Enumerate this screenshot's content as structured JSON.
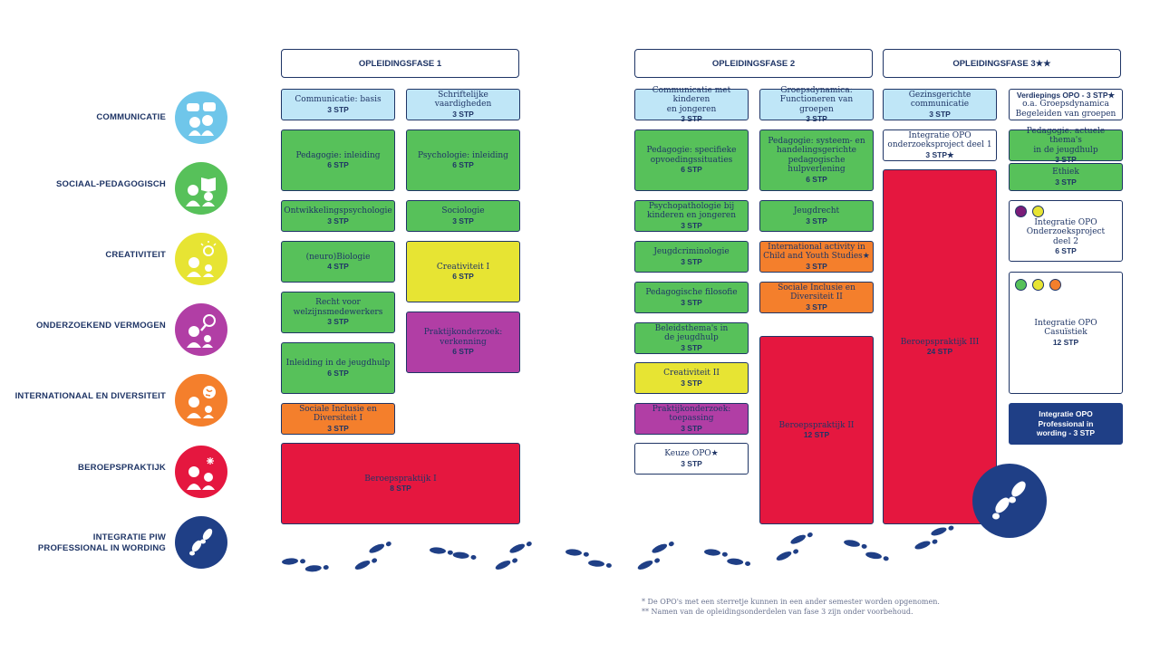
{
  "categories": [
    {
      "label": "COMMUNICATIE",
      "color": "#6fc6ea",
      "icon": "speech-bubbles-icon"
    },
    {
      "label": "SOCIAAL-PEDAGOGISCH",
      "color": "#57c15a",
      "icon": "open-book-icon"
    },
    {
      "label": "CREATIVITEIT",
      "color": "#e7e433",
      "icon": "lightbulb-icon"
    },
    {
      "label": "ONDERZOEKEND VERMOGEN",
      "color": "#b13ea5",
      "icon": "magnifier-icon"
    },
    {
      "label": "INTERNATIONAAL EN DIVERSITEIT",
      "color": "#f47f2c",
      "icon": "globe-icon"
    },
    {
      "label": "BEROEPSPRAKTIJK",
      "color": "#e5173f",
      "icon": "people-icon"
    },
    {
      "label": "INTEGRATIE PIW\nPROFESSIONAL IN WORDING",
      "color": "#1f3f86",
      "icon": "footprints-icon"
    }
  ],
  "phases": [
    "OPLEIDINGSFASE 1",
    "OPLEIDINGSFASE 2",
    "OPLEIDINGSFASE 3★★"
  ],
  "courses": {
    "f1_communicatie": {
      "title": "Communicatie: basis",
      "stp": "3 STP"
    },
    "f1_schriftelijk": {
      "title": "Schriftelijke vaardigheden",
      "stp": "3 STP"
    },
    "f1_pedagogie": {
      "title": "Pedagogie: inleiding",
      "stp": "6 STP"
    },
    "f1_psychologie": {
      "title": "Psychologie: inleiding",
      "stp": "6 STP"
    },
    "f1_ontwikkeling": {
      "title": "Ontwikkelingspsychologie",
      "stp": "3 STP"
    },
    "f1_sociologie": {
      "title": "Sociologie",
      "stp": "3 STP"
    },
    "f1_biologie": {
      "title": "(neuro)Biologie",
      "stp": "4 STP"
    },
    "f1_creativiteit": {
      "title": "Creativiteit I",
      "stp": "6 STP"
    },
    "f1_recht": {
      "title": "Recht voor\nwelzijnsmedewerkers",
      "stp": "3 STP"
    },
    "f1_praktijkonderzoek": {
      "title": "Praktijkonderzoek:\nverkenning",
      "stp": "6 STP"
    },
    "f1_jeugdhulp": {
      "title": "Inleiding in de jeugdhulp",
      "stp": "6 STP"
    },
    "f1_inclusie": {
      "title": "Sociale Inclusie en\nDiversiteit I",
      "stp": "3 STP"
    },
    "f1_beroepspraktijk": {
      "title": "Beroepspraktijk I",
      "stp": "8 STP"
    },
    "f2_communicatie": {
      "title": "Communicatie met kinderen\nen jongeren",
      "stp": "3 STP"
    },
    "f2_groepsdynamica": {
      "title": "Groepsdynamica:\nFunctioneren van groepen",
      "stp": "3 STP"
    },
    "f2_pedagogie": {
      "title": "Pedagogie: specifieke\nopvoedingssituaties",
      "stp": "6 STP"
    },
    "f2_systeem": {
      "title": "Pedagogie: systeem- en\nhandelingsgerichte\npedagogische hulpverlening",
      "stp": "6 STP"
    },
    "f2_psychopathologie": {
      "title": "Psychopathologie bij\nkinderen en jongeren",
      "stp": "3 STP"
    },
    "f2_jeugdrecht": {
      "title": "Jeugdrecht",
      "stp": "3 STP"
    },
    "f2_criminologie": {
      "title": "Jeugdcriminologie",
      "stp": "3 STP"
    },
    "f2_international": {
      "title": "International activity in\nChild and Youth Studies★",
      "stp": "3 STP"
    },
    "f2_filosofie": {
      "title": "Pedagogische filosofie",
      "stp": "3 STP"
    },
    "f2_inclusie": {
      "title": "Sociale Inclusie en\nDiversiteit II",
      "stp": "3 STP"
    },
    "f2_beleid": {
      "title": "Beleidsthema's in\nde jeugdhulp",
      "stp": "3 STP"
    },
    "f2_creativiteit": {
      "title": "Creativiteit II",
      "stp": "3 STP"
    },
    "f2_praktijkonderzoek": {
      "title": "Praktijkonderzoek:\ntoepassing",
      "stp": "3 STP"
    },
    "f2_keuze": {
      "title": "Keuze OPO★",
      "stp": "3 STP"
    },
    "f2_beroepspraktijk": {
      "title": "Beroepspraktijk II",
      "stp": "12 STP"
    },
    "f3_gezinsgericht": {
      "title": "Gezinsgerichte\ncommunicatie",
      "stp": "3 STP"
    },
    "f3_verdieping_top": {
      "title": "Verdiepings OPO - 3 STP★",
      "stp": "o.a. Groepsdynamica\nBegeleiden van groepen"
    },
    "f3_onderzoek1": {
      "title": "Integratie OPO\nonderzoeksproject deel 1",
      "stp": "3 STP★"
    },
    "f3_actuele": {
      "title": "Pedagogie: actuele thema's\nin de jeugdhulp",
      "stp": "3 STP"
    },
    "f3_ethiek": {
      "title": "Ethiek",
      "stp": "3 STP"
    },
    "f3_onderzoek2": {
      "title": "Integratie OPO\nOnderzoeksproject\ndeel 2",
      "stp": "6 STP"
    },
    "f3_beroepspraktijk": {
      "title": "Beroepspraktijk III",
      "stp": "24 STP"
    },
    "f3_casuistiek": {
      "title": "Integratie OPO\nCasuïstiek",
      "stp": "12 STP"
    },
    "f3_professional": {
      "title": "Integratie OPO\nProfessional in\nwording - 3 STP",
      "stp": ""
    }
  },
  "footnotes": [
    "* De OPO's met een sterretje kunnen in een ander semester worden opgenomen.",
    "** Namen van de opleidingsonderdelen van fase 3 zijn onder voorbehoud."
  ]
}
